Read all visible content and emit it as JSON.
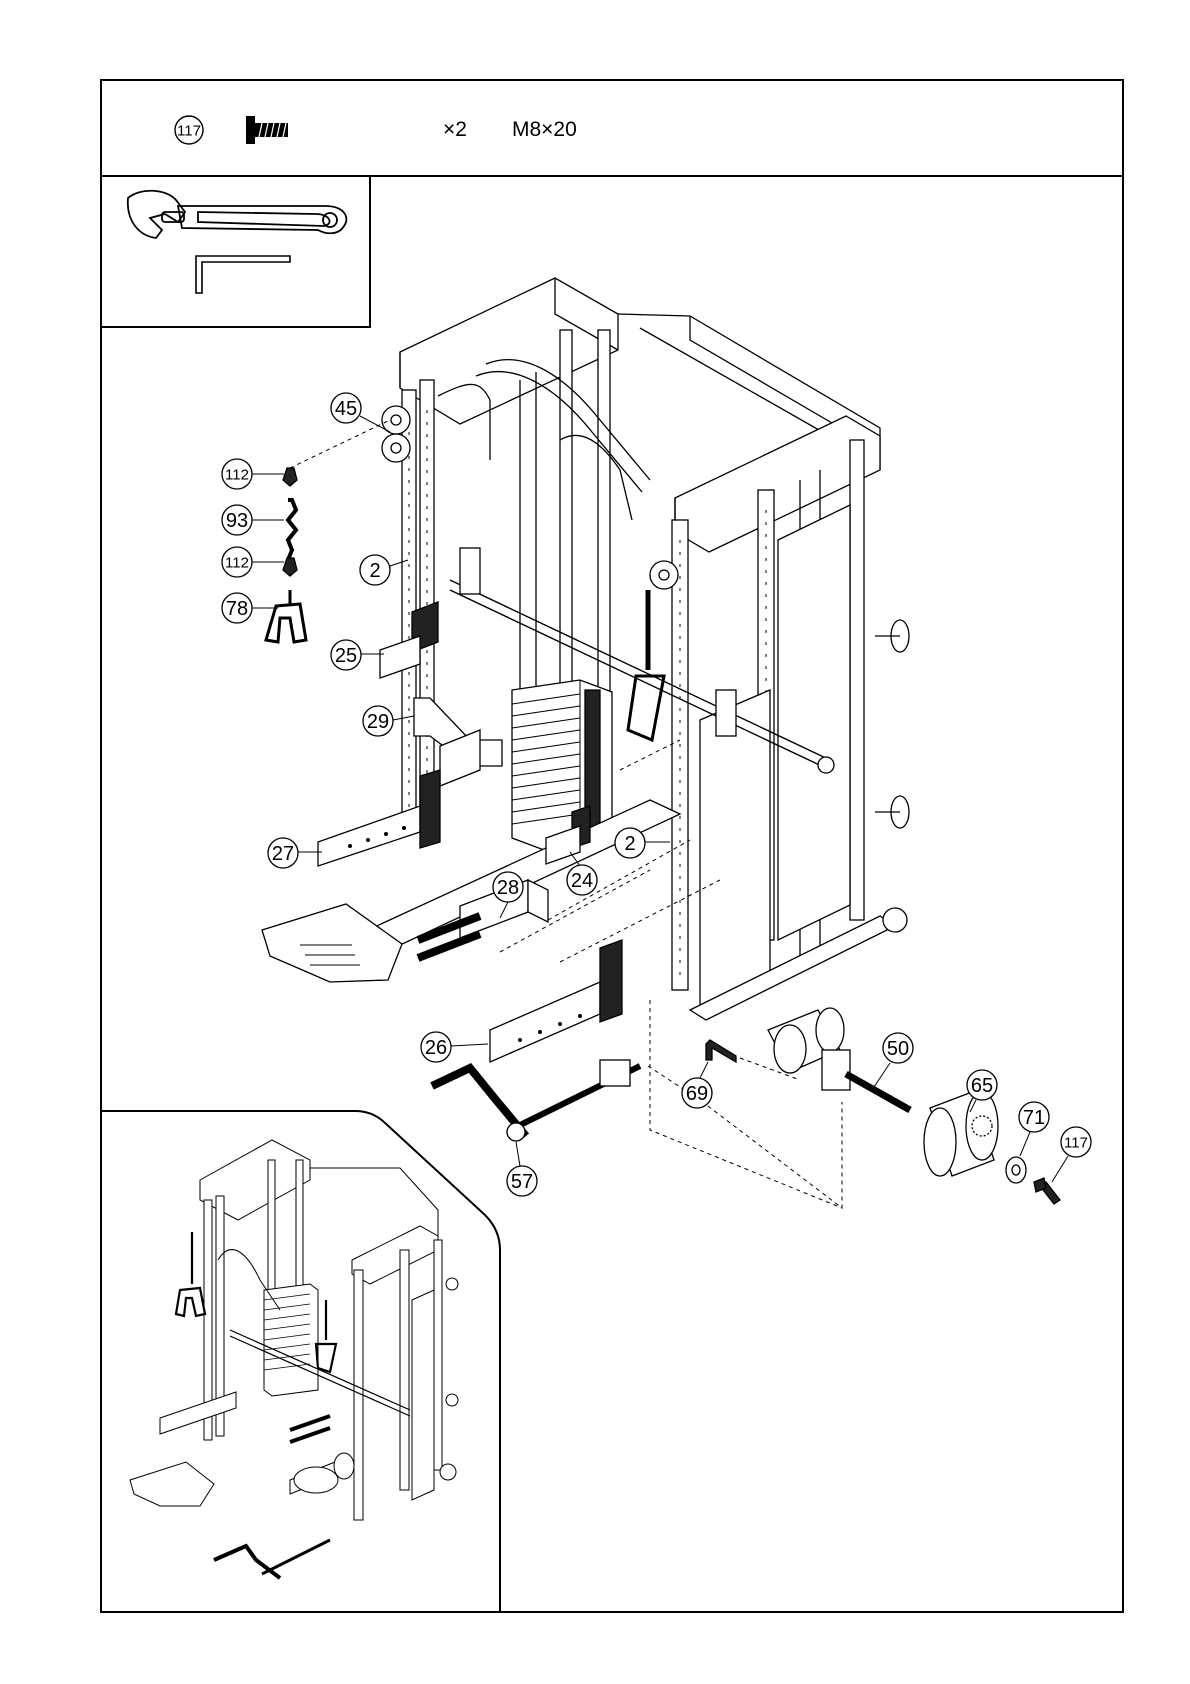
{
  "hardware": {
    "part_number": "117",
    "quantity": "×2",
    "size": "M8×20"
  },
  "callouts": {
    "c45": "45",
    "c112a": "112",
    "c93": "93",
    "c112b": "112",
    "c78": "78",
    "c2a": "2",
    "c25": "25",
    "c29": "29",
    "c27": "27",
    "c24": "24",
    "c2b": "2",
    "c28": "28",
    "c26": "26",
    "c57": "57",
    "c69": "69",
    "c50": "50",
    "c65": "65",
    "c71": "71",
    "c117": "117"
  },
  "icons": {
    "tools": [
      "adjustable-wrench-icon",
      "hex-key-icon"
    ],
    "hardware": "countersunk-bolt-icon"
  }
}
